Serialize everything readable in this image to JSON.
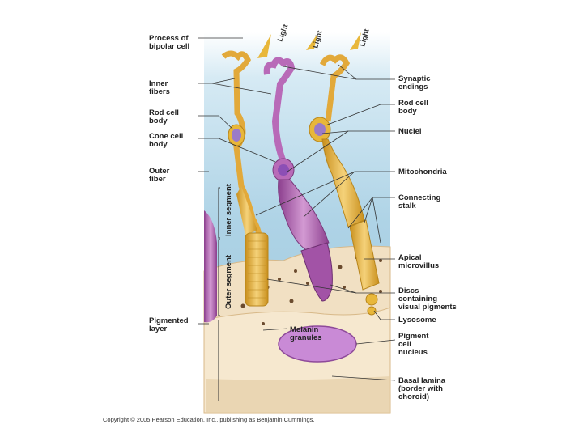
{
  "light_label": "Light",
  "labels_left": [
    "Process of bipolar cell",
    "Inner fibers",
    "Rod cell body",
    "Cone cell body",
    "Outer fiber",
    "Pigmented layer"
  ],
  "labels_right": [
    "Synaptic endings",
    "Rod cell body",
    "Nuclei",
    "Mitochondria",
    "Connecting stalk",
    "Apical microvillus",
    "Discs containing visual pigments",
    "Lysosome",
    "Pigment cell nucleus",
    "Basal lamina (border with choroid)"
  ],
  "label_melanin": "Melanin granules",
  "label_inner_segment": "Inner segment",
  "label_outer_segment": "Outer segment",
  "copyright": "Copyright © 2005 Pearson Education, Inc., publishing as Benjamin Cummings.",
  "colors": {
    "background_fluid": "#aed3e6",
    "pigment_layer": "#f1e0c3",
    "rod_yellow": "#e8b73a",
    "cone_purple": "#b86ab8",
    "pigment_nucleus": "#c98ad6"
  }
}
